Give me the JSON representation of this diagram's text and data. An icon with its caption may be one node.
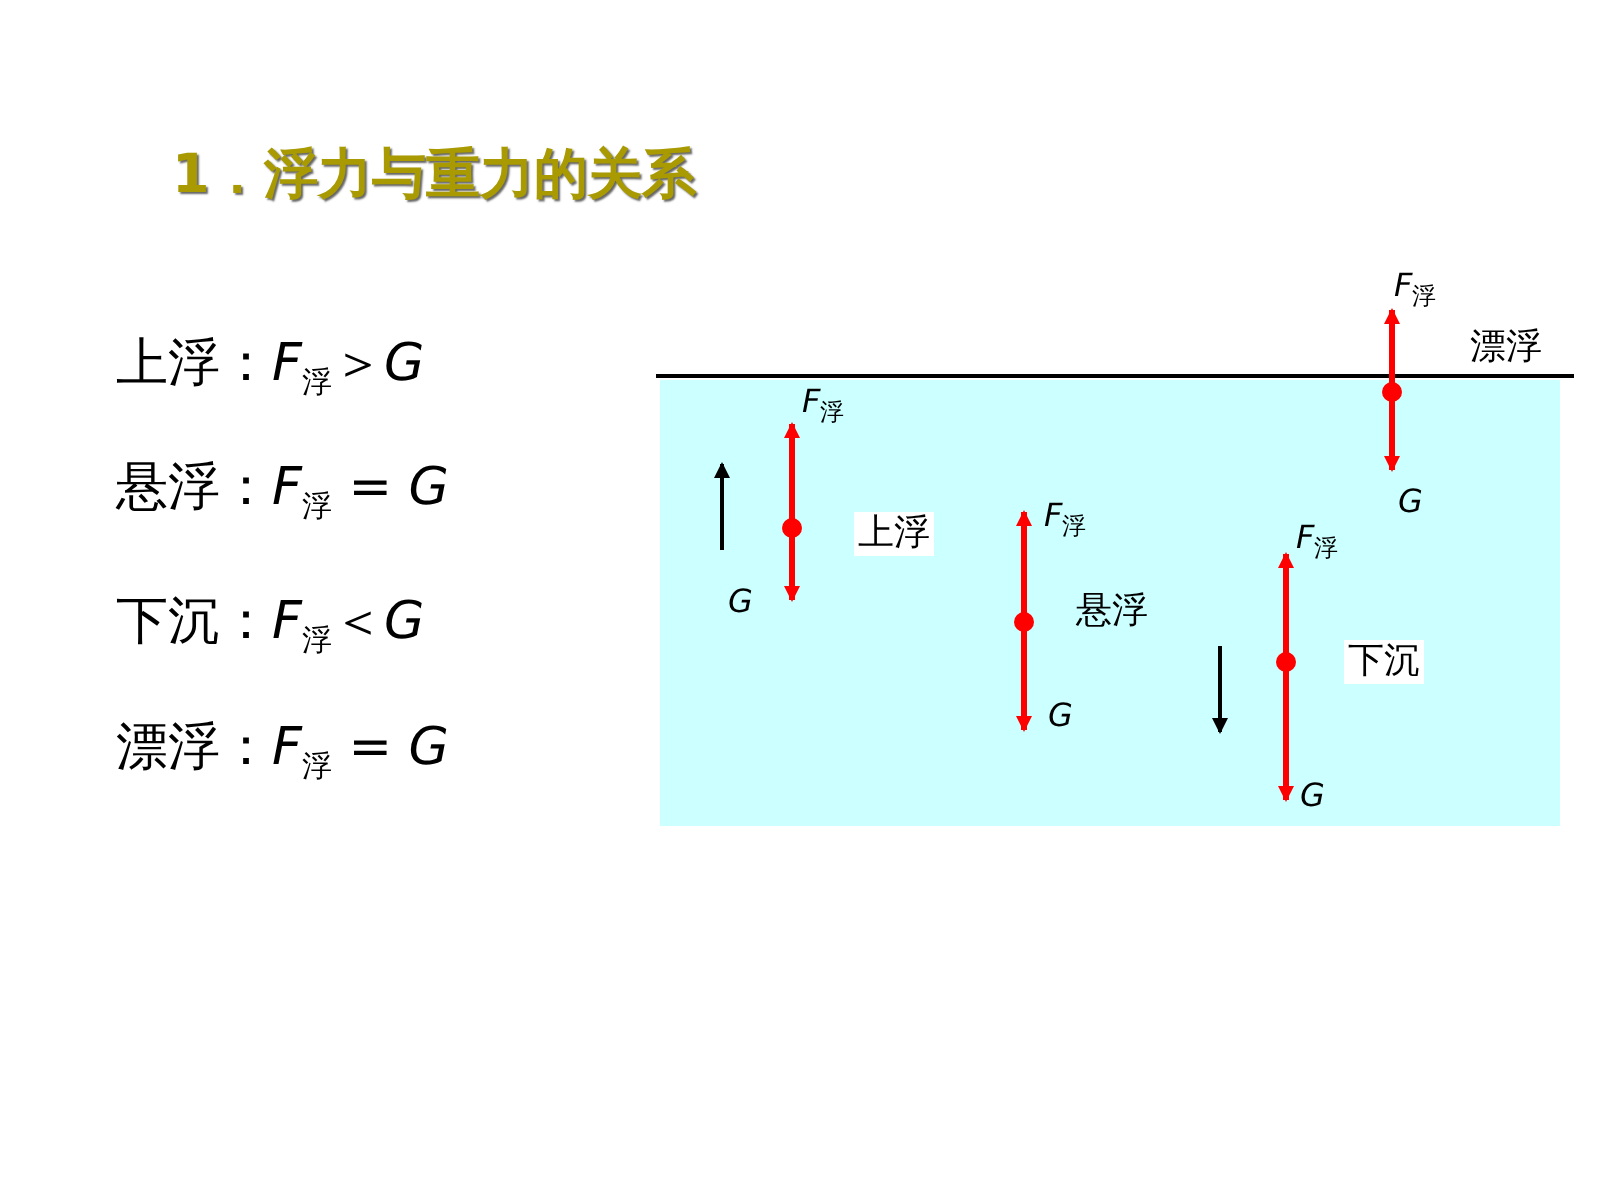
{
  "diagram": {
    "title": "1．浮力与重力的关系",
    "nodes": [
      {
        "text": [
          "上浮"
        ]
      },
      {
        "text": [
          "下沉"
        ]
      }
    ],
    "labels": [
      "上浮：*F*$_{浮}$＞*G*",
      "悬浮：*F*$_{浮}$ = *G*",
      "下沉：*F*$_{浮}$＜*G*",
      "漂浮：*F*$_{浮}$ = *G*",
      "*F*$_{浮}$",
      "漂浮",
      "*F*$_{浮}$",
      "*G*",
      "*F*$_{浮}$",
      "*F*$_{浮}$",
      "*G*",
      "悬浮",
      "*G*",
      "*G*"
    ]
  }
}
